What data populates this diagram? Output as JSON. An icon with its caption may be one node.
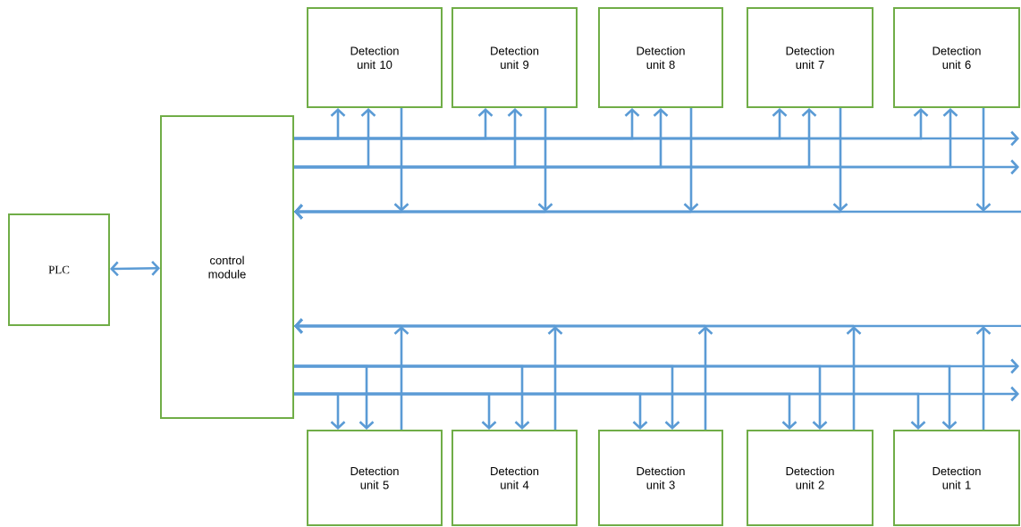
{
  "diagram": {
    "nodes": [
      {
        "text": [
          "PLC"
        ]
      },
      {
        "text": [
          "control module"
        ]
      },
      {
        "text": [
          "Detection unit 10"
        ]
      },
      {
        "text": [
          "Detection unit 9"
        ]
      },
      {
        "text": [
          "Detection unit 8"
        ]
      },
      {
        "text": [
          "Detection unit 7"
        ]
      },
      {
        "text": [
          "Detection unit 6"
        ]
      },
      {
        "text": [
          "Detection unit 5"
        ]
      },
      {
        "text": [
          "Detection unit 4"
        ]
      },
      {
        "text": [
          "Detection unit 3"
        ]
      },
      {
        "text": [
          "Detection unit 2"
        ]
      },
      {
        "text": [
          "Detection unit 1"
        ]
      }
    ],
    "edges": [
      {
        "from": 0,
        "to": 1,
        "arrow": "both"
      },
      {
        "from": 1,
        "to": 2,
        "arrow": "to"
      },
      {
        "from": 1,
        "to": 2,
        "arrow": "to"
      },
      {
        "from": 2,
        "to": 1,
        "arrow": "to"
      },
      {
        "from": 1,
        "to": 3,
        "arrow": "to"
      },
      {
        "from": 1,
        "to": 3,
        "arrow": "to"
      },
      {
        "from": 3,
        "to": 1,
        "arrow": "to"
      },
      {
        "from": 1,
        "to": 4,
        "arrow": "to"
      },
      {
        "from": 1,
        "to": 4,
        "arrow": "to"
      },
      {
        "from": 4,
        "to": 1,
        "arrow": "to"
      },
      {
        "from": 1,
        "to": 5,
        "arrow": "to"
      },
      {
        "from": 1,
        "to": 5,
        "arrow": "to"
      },
      {
        "from": 5,
        "to": 1,
        "arrow": "to"
      },
      {
        "from": 1,
        "to": 6,
        "arrow": "to"
      },
      {
        "from": 1,
        "to": 6,
        "arrow": "to"
      },
      {
        "from": 6,
        "to": 1,
        "arrow": "to"
      },
      {
        "from": 1,
        "to": null,
        "arrow": "to"
      },
      {
        "from": 1,
        "to": null,
        "arrow": "to"
      },
      {
        "from": 1,
        "to": 7,
        "arrow": "to"
      },
      {
        "from": 1,
        "to": 7,
        "arrow": "to"
      },
      {
        "from": 7,
        "to": 1,
        "arrow": "to"
      },
      {
        "from": 1,
        "to": 8,
        "arrow": "to"
      },
      {
        "from": 1,
        "to": 8,
        "arrow": "to"
      },
      {
        "from": 8,
        "to": 1,
        "arrow": "to"
      },
      {
        "from": 1,
        "to": 9,
        "arrow": "to"
      },
      {
        "from": 1,
        "to": 9,
        "arrow": "to"
      },
      {
        "from": 9,
        "to": 1,
        "arrow": "to"
      },
      {
        "from": 1,
        "to": 10,
        "arrow": "to"
      },
      {
        "from": 1,
        "to": 10,
        "arrow": "to"
      },
      {
        "from": 10,
        "to": 1,
        "arrow": "to"
      },
      {
        "from": 1,
        "to": 11,
        "arrow": "to"
      },
      {
        "from": 1,
        "to": 11,
        "arrow": "to"
      },
      {
        "from": 11,
        "to": 1,
        "arrow": "to"
      },
      {
        "from": 1,
        "to": null,
        "arrow": "to"
      },
      {
        "from": 1,
        "to": null,
        "arrow": "to"
      }
    ]
  }
}
